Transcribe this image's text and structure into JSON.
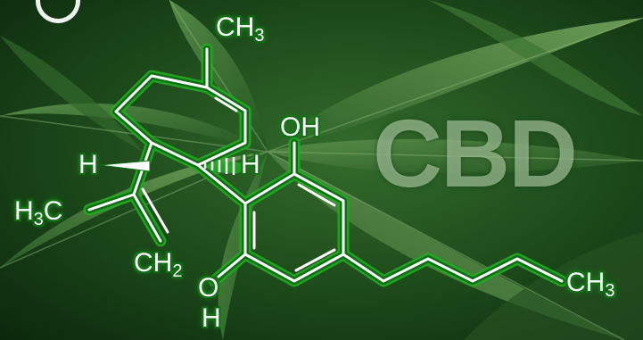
{
  "title_text": "CBD",
  "labels": {
    "methyl_top": "CH",
    "methyl_top_sub": "3",
    "hydroxyl_top": "OH",
    "hydrogen_left": "H",
    "hydrogen_right": "H",
    "methyl_left": "H",
    "methyl_left_sub": "3",
    "methyl_left_tail": "C",
    "methylene": "CH",
    "methylene_sub": "2",
    "hydroxyl_bottom_o": "O",
    "hydroxyl_bottom_h": "H",
    "methyl_chain_end": "CH",
    "methyl_chain_end_sub": "3"
  },
  "colors": {
    "leaf_dark": "#1d4d1c",
    "leaf_mid": "#3f7f35",
    "leaf_light": "#79ad60",
    "bond_glow": "#22aa22",
    "bond_line": "#ffffff",
    "cbd_text": "#c8e4be"
  },
  "icons": {
    "background": "cannabis-leaves-photo",
    "overlay": "cbd-structural-formula",
    "corner": "partial-letter-glyph"
  }
}
